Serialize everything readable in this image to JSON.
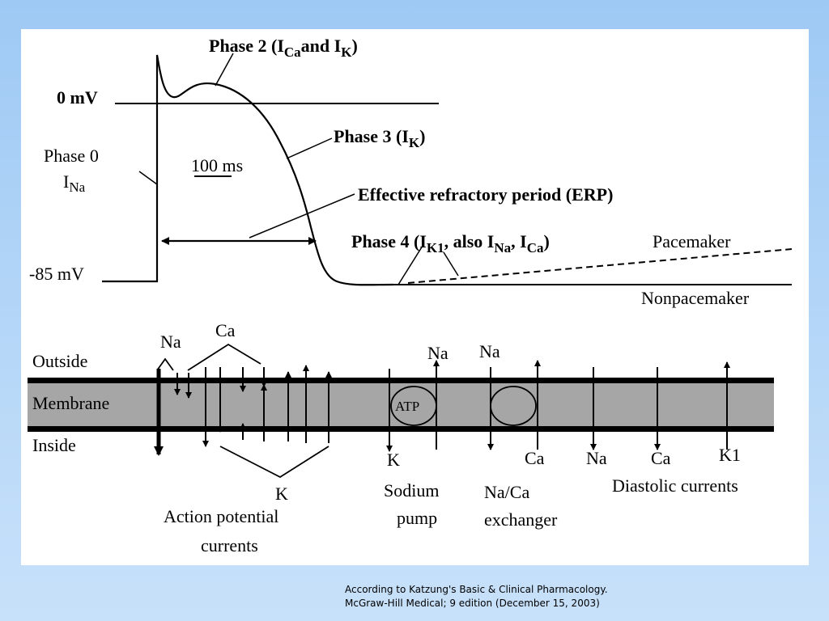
{
  "labels": {
    "zero_mv": "0 mV",
    "minus85_mv": "-85 mV",
    "phase0": "Phase 0",
    "phase0_current": "I",
    "phase0_current_sub": "Na",
    "phase2_a": "Phase 2 (I",
    "phase2_sub1": "Ca",
    "phase2_b": "and I",
    "phase2_sub2": "K",
    "phase2_c": ")",
    "phase3_a": "Phase 3 (I",
    "phase3_sub": "K",
    "phase3_c": ")",
    "scale_bar": "100 ms",
    "erp": "Effective refractory period (ERP)",
    "phase4_a": "Phase 4 (I",
    "phase4_sub1": "K1",
    "phase4_b": ", also I",
    "phase4_sub2": "Na",
    "phase4_c": ", I",
    "phase4_sub3": "Ca",
    "phase4_d": ")",
    "pacemaker": "Pacemaker",
    "nonpacemaker": "Nonpacemaker"
  },
  "membrane": {
    "outside": "Outside",
    "membrane": "Membrane",
    "inside": "Inside",
    "na_top": "Na",
    "ca_top": "Ca",
    "k_bottom": "K",
    "action_potential_currents_line1": "Action potential",
    "action_potential_currents_line2": "currents",
    "atp": "ATP",
    "pump_na": "Na",
    "pump_k": "K",
    "sodium_pump_line1": "Sodium",
    "sodium_pump_line2": "pump",
    "exch_na": "Na",
    "exch_ca": "Ca",
    "exchanger_line1": "Na/Ca",
    "exchanger_line2": "exchanger",
    "diast_na": "Na",
    "diast_ca": "Ca",
    "diast_k1": "K1",
    "diastolic_currents": "Diastolic currents"
  },
  "citation": {
    "line1": "According to Katzung's Basic & Clinical Pharmacology.",
    "line2": "McGraw-Hill Medical; 9 edition (December 15, 2003)"
  },
  "colors": {
    "background_top": "#9ec9f4",
    "background_bottom": "#c8e1fa",
    "panel": "#ffffff",
    "membrane_fill": "#a6a6a6",
    "ink": "#000000"
  }
}
